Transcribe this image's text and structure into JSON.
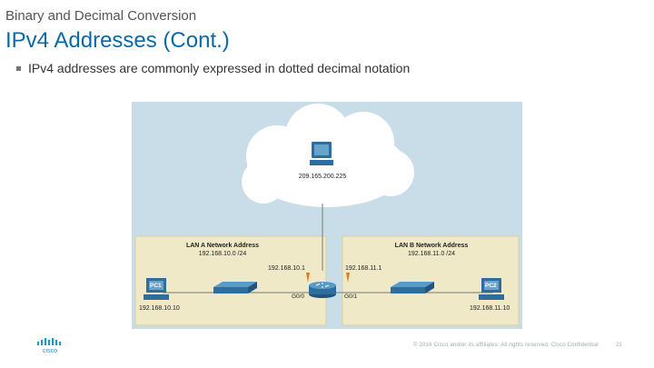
{
  "header": {
    "kicker": "Binary and Decimal Conversion",
    "title": "IPv4 Addresses (Cont.)"
  },
  "bullets": [
    "IPv4 addresses are commonly expressed in dotted decimal notation"
  ],
  "diagram": {
    "cloud": {
      "host_ip": "209.165.200.225"
    },
    "lan_a": {
      "label": "LAN A Network Address",
      "address": "192.168.10.0 /24",
      "gateway_ip": "192.168.10.1",
      "router_port": "G0/0",
      "pc_label": "PC1",
      "pc_ip": "192.168.10.10"
    },
    "lan_b": {
      "label": "LAN B Network Address",
      "address": "192.168.11.0 /24",
      "gateway_ip": "192.168.11.1",
      "router_port": "G0/1",
      "pc_label": "PC2",
      "pc_ip": "192.168.11.10"
    },
    "colors": {
      "sky": "#c9dde8",
      "lan_panel": "#efe9c8",
      "cloud_fill": "#ffffff",
      "device_blue": "#2f6e9c",
      "arrow": "#e07b1a"
    }
  },
  "footer": {
    "copyright": "© 2016 Cisco and/or its affiliates. All rights reserved. Cisco Confidential",
    "page_number": "21"
  },
  "logo": {
    "text": "cisco"
  }
}
